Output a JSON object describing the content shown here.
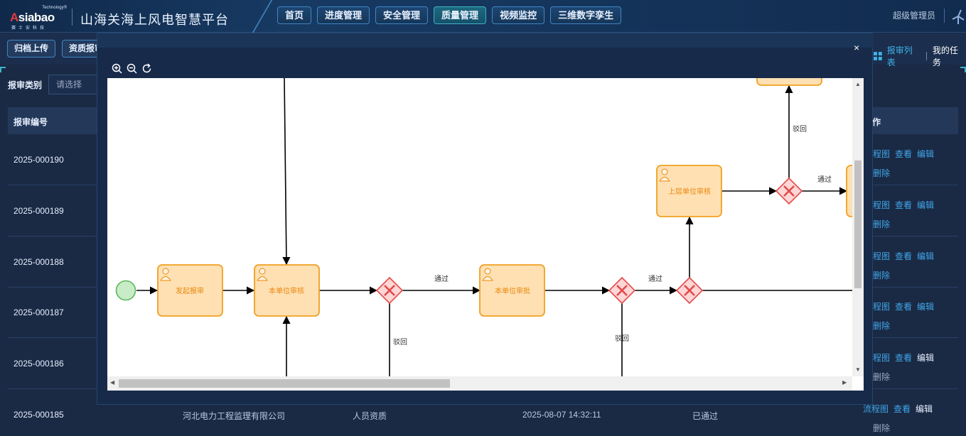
{
  "header": {
    "logo_tech": "Technology®",
    "logo_name_prefix": "A",
    "logo_name_rest": "siabao",
    "logo_sub": "赛士安科技",
    "app_title": "山海关海上风电智慧平台",
    "nav": [
      "首页",
      "进度管理",
      "安全管理",
      "质量管理",
      "视频监控",
      "三维数字孪生"
    ],
    "active_nav": "质量管理",
    "user": "超级管理员"
  },
  "subbar": {
    "archive_upload": "归档上传",
    "qualification": "资质报审",
    "review_list": "报审列表",
    "my_tasks": "我的任务"
  },
  "filter": {
    "label": "报审类别",
    "placeholder": "请选择"
  },
  "table": {
    "col_code": "报审编号",
    "col_ops": "作",
    "op_flow": "程图",
    "op_flow_full": "流程图",
    "op_view": "查看",
    "op_edit": "编辑",
    "op_delete": "删除",
    "rows": [
      {
        "code": "2025-000190"
      },
      {
        "code": "2025-000189"
      },
      {
        "code": "2025-000188"
      },
      {
        "code": "2025-000187"
      },
      {
        "code": "2025-000186"
      },
      {
        "code": "2025-000185",
        "company": "河北电力工程监理有限公司",
        "type": "人员资质",
        "time": "2025-08-07 14:32:11",
        "status": "已通过"
      }
    ]
  },
  "modal": {
    "close": "×",
    "nodes": {
      "start_review": "发起报审",
      "unit_check": "本单位审核",
      "unit_approve": "本单位审批",
      "upper_check": "上层单位审核"
    },
    "flow_pass": "通过",
    "flow_reject": "驳回"
  },
  "colors": {
    "task_fill": "#ffe0b3",
    "task_stroke": "#f0a020",
    "gateway_fill": "#ffd6d6",
    "gateway_stroke": "#e34a4a",
    "start_fill": "#c8ecc8",
    "start_stroke": "#5cb85c"
  }
}
